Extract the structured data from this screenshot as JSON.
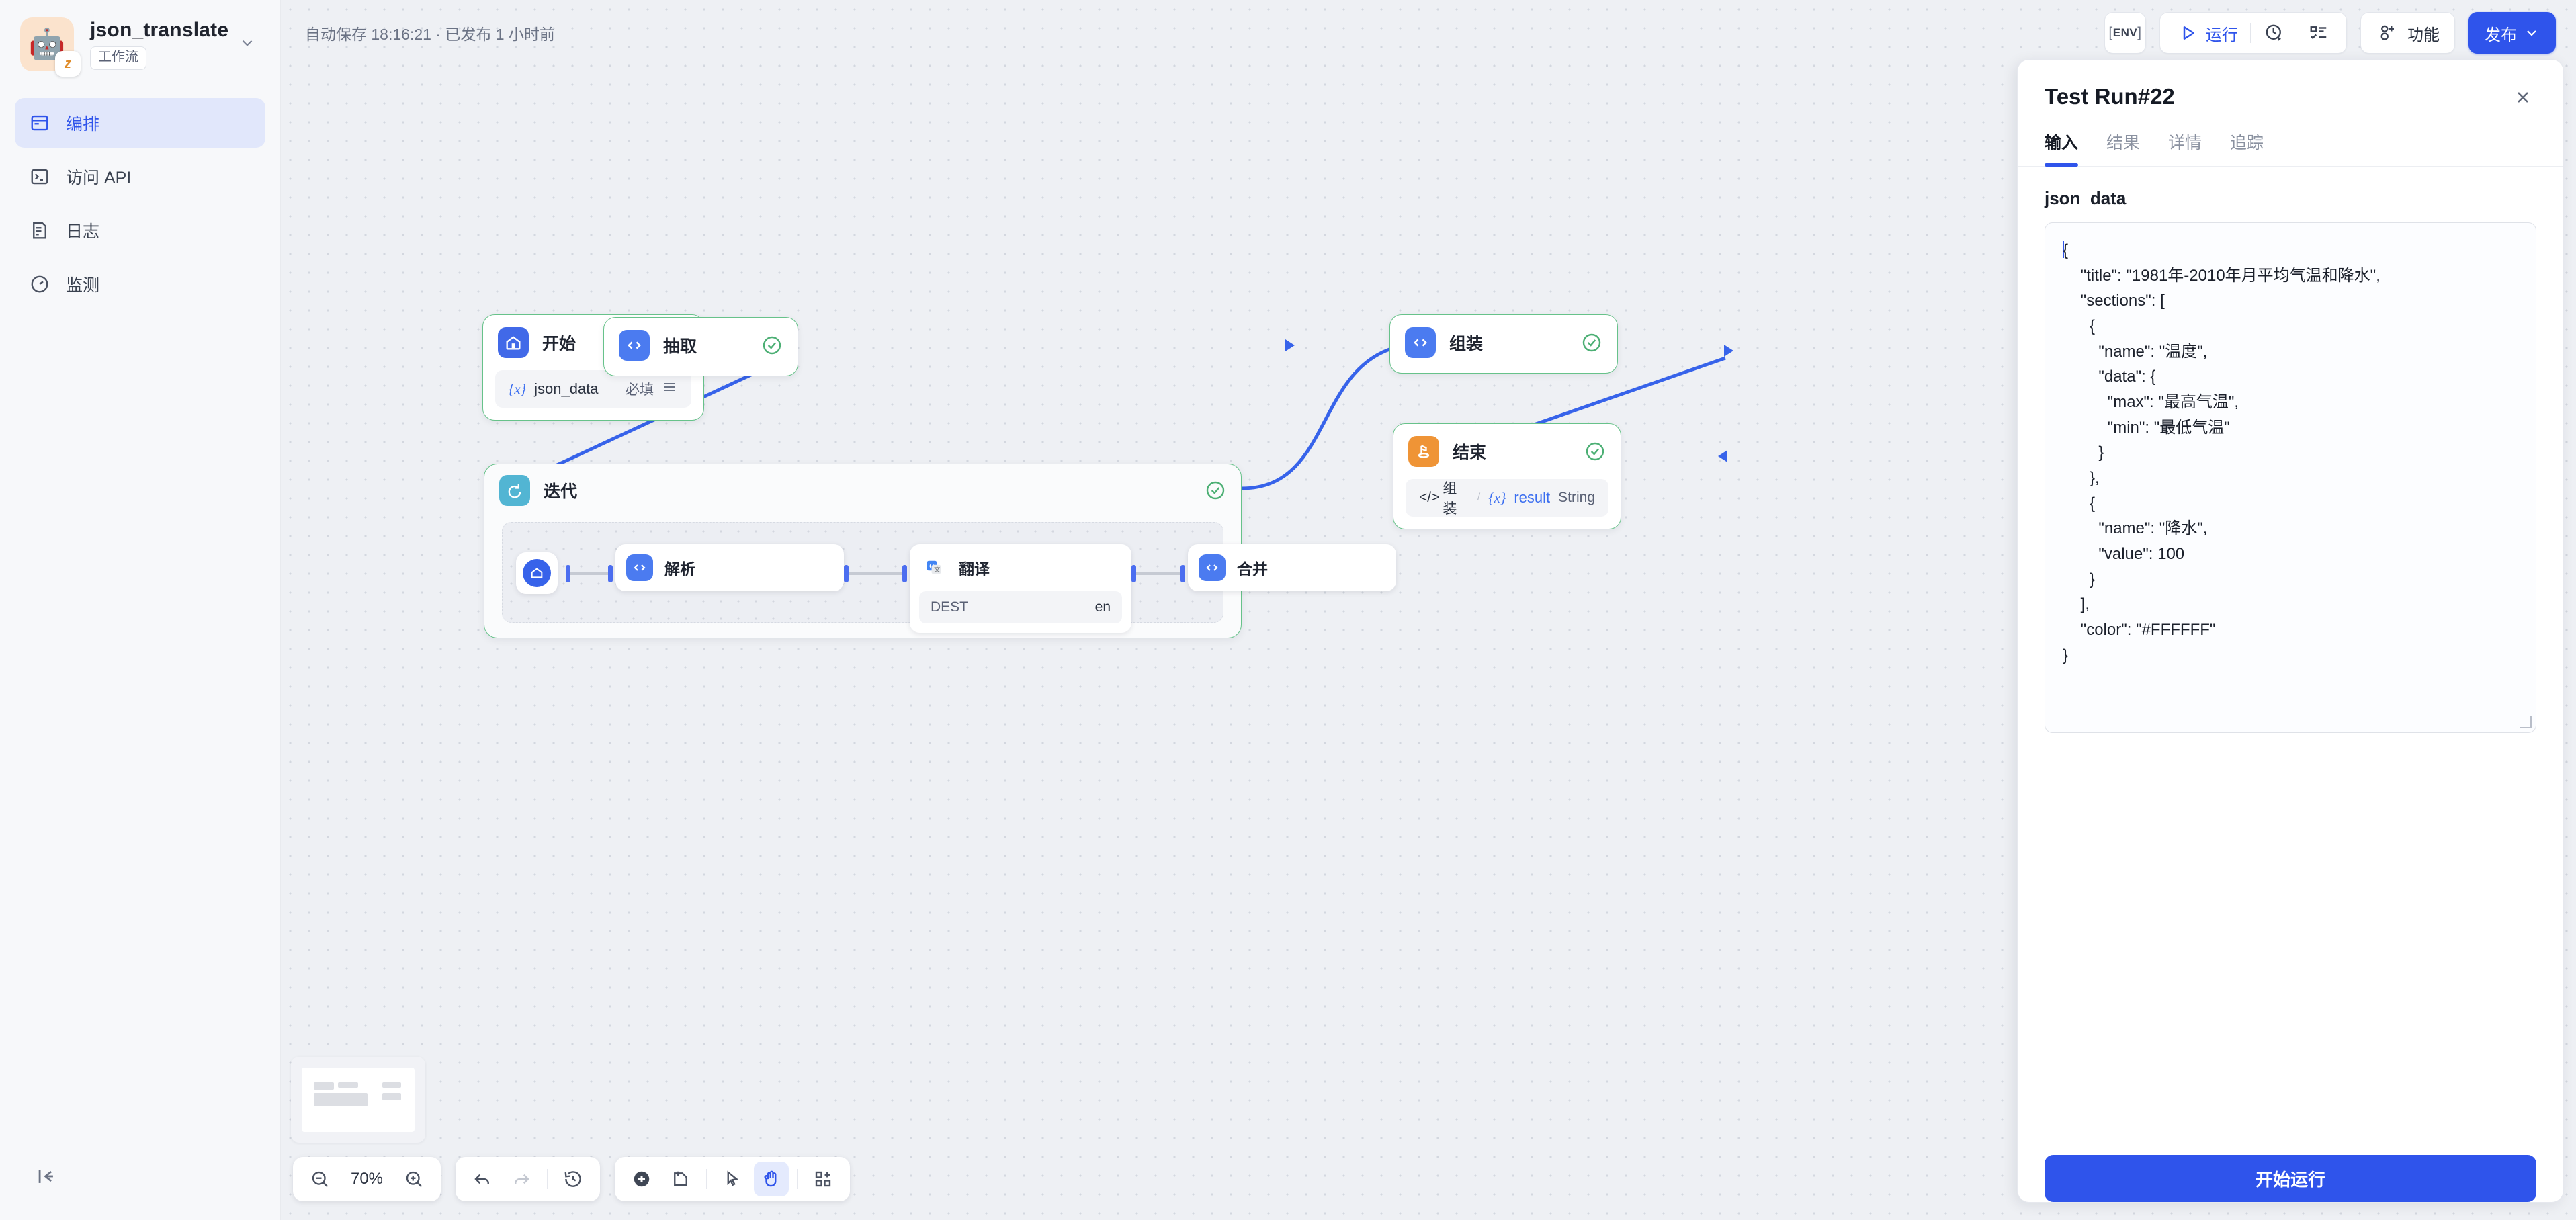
{
  "sidebar": {
    "app_title": "json_translate",
    "app_tag": "工作流",
    "app_emoji": "🤖",
    "badge_icon": "z-badge-icon",
    "items": [
      {
        "label": "编排",
        "icon": "layout-icon",
        "active": true
      },
      {
        "label": "访问 API",
        "icon": "terminal-icon",
        "active": false
      },
      {
        "label": "日志",
        "icon": "log-icon",
        "active": false
      },
      {
        "label": "监测",
        "icon": "gauge-icon",
        "active": false
      }
    ],
    "collapse_icon": "collapse-left-icon"
  },
  "topbar": {
    "autosave": "自动保存 18:16:21 · 已发布 1 小时前",
    "env_label": "ENV",
    "run_label": "运行",
    "history_icon": "clock-history-icon",
    "checklist_icon": "checklist-icon",
    "feature_label": "功能",
    "feature_icon": "add-user-icon",
    "publish_label": "发布"
  },
  "canvas": {
    "nodes": [
      {
        "id": "start",
        "title": "开始",
        "icon": "home-icon",
        "row": {
          "var": "{x}",
          "name": "json_data",
          "right": "必填",
          "right_icon": "list-icon"
        }
      },
      {
        "id": "extract",
        "title": "抽取",
        "icon": "code-icon"
      },
      {
        "id": "iterate",
        "title": "迭代",
        "icon": "loop-icon"
      },
      {
        "id": "assemble",
        "title": "组装",
        "icon": "code-icon"
      },
      {
        "id": "end",
        "title": "结束",
        "icon": "flag-icon",
        "row": {
          "src_icon": "</>",
          "src": "组装",
          "var": "{x}",
          "name": "result",
          "type": "String"
        }
      }
    ],
    "inner_nodes": [
      {
        "id": "parse",
        "title": "解析",
        "icon": "code-icon"
      },
      {
        "id": "translate",
        "title": "翻译",
        "icon": "google-translate-icon",
        "row": {
          "label": "DEST",
          "value": "en"
        }
      },
      {
        "id": "merge",
        "title": "合并",
        "icon": "code-icon"
      }
    ]
  },
  "bottombar": {
    "zoom_level": "70%",
    "zoom_out_icon": "zoom-out-icon",
    "zoom_in_icon": "zoom-in-icon",
    "undo_icon": "undo-icon",
    "redo_icon": "redo-icon",
    "history_icon": "history-icon",
    "add_icon": "add-node-icon",
    "note_icon": "add-note-icon",
    "pointer_icon": "pointer-icon",
    "hand_icon": "hand-icon",
    "template_icon": "template-icon"
  },
  "panel": {
    "title": "Test Run#22",
    "close_icon": "close-icon",
    "tabs": [
      {
        "label": "输入",
        "active": true
      },
      {
        "label": "结果",
        "active": false
      },
      {
        "label": "详情",
        "active": false
      },
      {
        "label": "追踪",
        "active": false
      }
    ],
    "field_label": "json_data",
    "json_value": "{\n    \"title\": \"1981年-2010年月平均气温和降水\",\n    \"sections\": [\n      {\n        \"name\": \"温度\",\n        \"data\": {\n          \"max\": \"最高气温\",\n          \"min\": \"最低气温\"\n        }\n      },\n      {\n        \"name\": \"降水\",\n        \"value\": 100\n      }\n    ],\n    \"color\": \"#FFFFFF\"\n}",
    "run_label": "开始运行"
  },
  "colors": {
    "accent": "#2f54eb",
    "node_border_success": "#67c28a",
    "edge": "#3763ea"
  }
}
